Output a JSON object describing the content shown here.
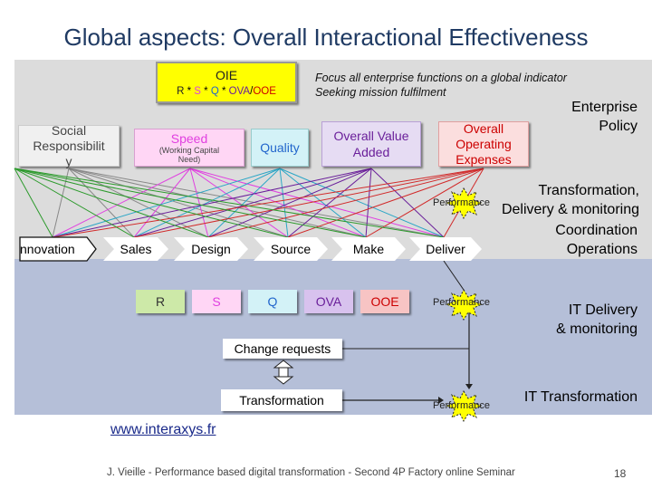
{
  "title": "Global aspects: Overall Interactional Effectiveness",
  "oie": {
    "label": "OIE",
    "formula_r": "R",
    "formula_s": "S",
    "formula_q": "Q",
    "formula_ova": "OVA",
    "formula_ooe": "OOE",
    "sep_star": " * ",
    "sep_slash": "/"
  },
  "focus_text": {
    "line1": "Focus all enterprise functions on a global indicator",
    "line2": "Seeking mission fulfilment"
  },
  "enterprise_policy": {
    "line1": "Enterprise",
    "line2": "Policy"
  },
  "social": {
    "line1": "Social",
    "line2": "Responsibilit",
    "line3": "y"
  },
  "speed": {
    "label": "Speed",
    "sub1": "(Working Capital",
    "sub2": "Need)"
  },
  "quality": {
    "label": "Quality"
  },
  "ova": {
    "line1": "Overall Value",
    "line2": "Added"
  },
  "ooe": {
    "line1": "Overall",
    "line2": "Operating",
    "line3": "Expenses"
  },
  "transformation_delivery": {
    "line1": "Transformation,",
    "line2": "Delivery & monitoring"
  },
  "coordination": {
    "line1": "Coordination",
    "line2": "Operations"
  },
  "chain": [
    "nnovation",
    "Sales",
    "Design",
    "Source",
    "Make",
    "Deliver"
  ],
  "bottom_boxes": [
    "R",
    "S",
    "Q",
    "OVA",
    "OOE"
  ],
  "performance_label": "Performance",
  "it_delivery": {
    "line1": "IT Delivery",
    "line2": "& monitoring"
  },
  "change_requests": "Change requests",
  "transformation": "Transformation",
  "it_transformation": "IT Transformation",
  "link": "www.interaxys.fr",
  "footer": "J. Vieille - Performance based digital transformation - Second 4P Factory online Seminar",
  "page_number": "18"
}
